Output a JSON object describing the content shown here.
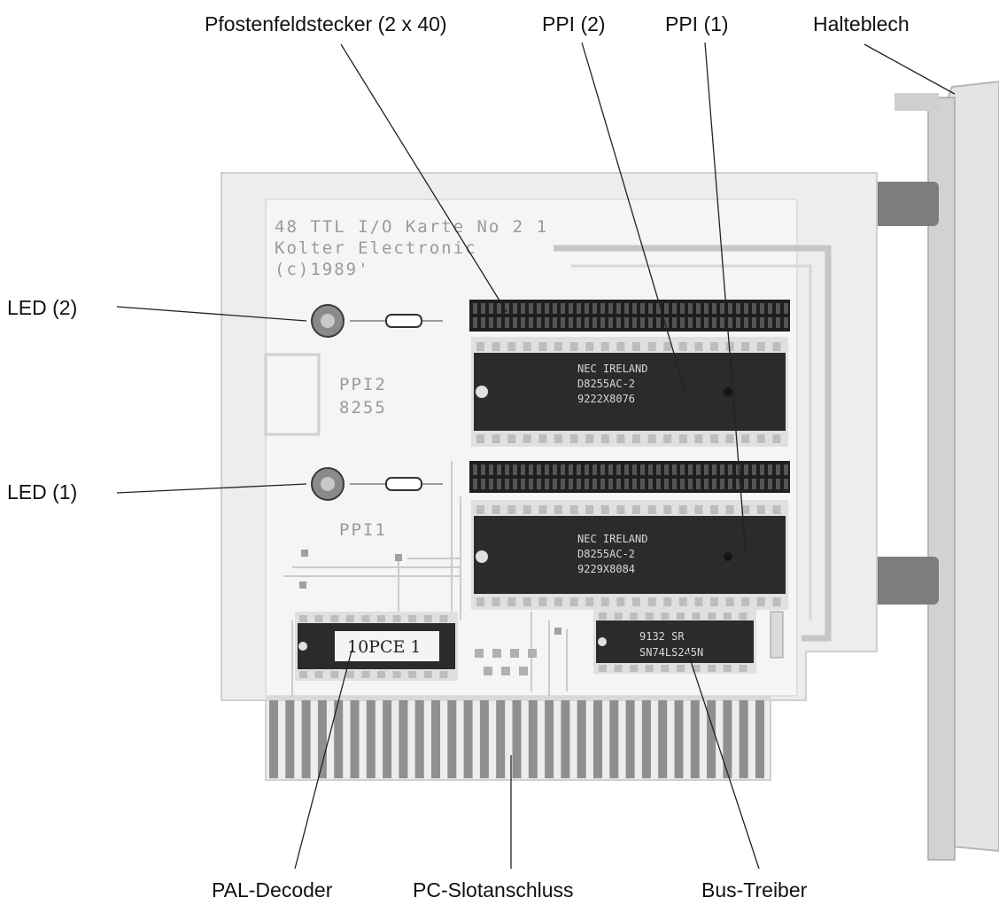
{
  "labels": {
    "pfostenfeldstecker": "Pfostenfeldstecker (2 x 40)",
    "ppi2": "PPI (2)",
    "ppi1": "PPI (1)",
    "halteblech": "Halteblech",
    "led2": "LED (2)",
    "led1": "LED (1)",
    "pal_decoder": "PAL-Decoder",
    "pc_slot": "PC-Slotanschluss",
    "bus_treiber": "Bus-Treiber"
  },
  "board": {
    "silkscreen": {
      "line1": "48 TTL I/O Karte   No 2 1",
      "line2": "Kolter Electronic",
      "line3": "(c)1989'",
      "ppi2_label": "PPI2",
      "ppi2_part": "8255",
      "ppi1_label": "PPI1"
    },
    "chip_ppi2": {
      "line1": "NEC IRELAND",
      "line2": "D8255AC-2",
      "line3": "9222X8076"
    },
    "chip_ppi1": {
      "line1": "NEC IRELAND",
      "line2": "D8255AC-2",
      "line3": "9229X8084"
    },
    "chip_pal": {
      "label": "10PCE 1"
    },
    "chip_bus": {
      "line1": "9132 SR",
      "line2": "SN74LS245N"
    }
  },
  "colors": {
    "pcb": "#e9e9e9",
    "chip": "#2a2a2a",
    "pins": "#cfcfcf",
    "bracket": "#d6d6d6"
  }
}
